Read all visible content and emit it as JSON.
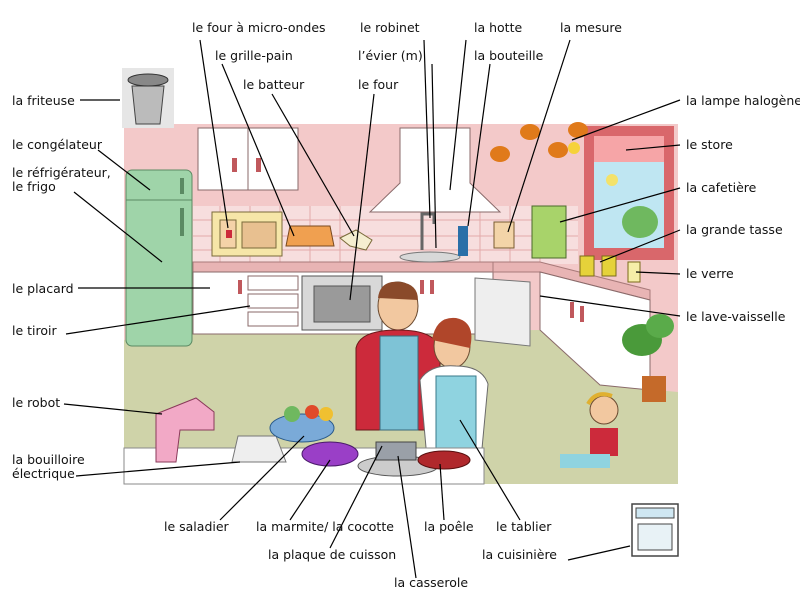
{
  "labels": {
    "four_micro_ondes": "le four à micro-ondes",
    "grille_pain": "le grille-pain",
    "batteur": "le batteur",
    "robinet": "le robinet",
    "evier": "l’évier (m)",
    "four": "le four",
    "hotte": "la hotte",
    "bouteille": "la bouteille",
    "mesure": "la mesure",
    "friteuse": "la friteuse",
    "congelateur": "le congélateur",
    "refrigerateur_1": "le réfrigérateur,",
    "refrigerateur_2": "le frigo",
    "placard": "le placard",
    "tiroir": "le tiroir",
    "robot": "le robot",
    "bouilloire_1": "la bouilloire",
    "bouilloire_2": "électrique",
    "lampe": "la lampe halogène",
    "store": "le store",
    "cafetiere": "la cafetière",
    "grande_tasse": "la grande tasse",
    "verre": "le verre",
    "lave_vaisselle": "le lave-vaisselle",
    "saladier": "le saladier",
    "marmite": "la marmite/ la cocotte",
    "plaque": "la plaque de cuisson",
    "casserole": "la casserole",
    "poele": "la poêle",
    "tablier": "le tablier",
    "cuisiniere": "la cuisinière"
  },
  "colors": {
    "wall": "#f3c9c9",
    "floor": "#cfd3a9",
    "fridge": "#9fd4a9",
    "cabinet": "#ffffff",
    "counter": "#e8b4b4",
    "window_frame": "#d9676b",
    "blind": "#f6a5a7",
    "woman_apron": "#8fd3e0",
    "man_shirt": "#cc2a3b",
    "pot_purple": "#9a3fc7",
    "pan_red": "#b0282c",
    "robot_pink": "#f2a9c6"
  },
  "icons": {
    "fryer": "deep-fryer-icon",
    "stove": "stove-icon"
  }
}
